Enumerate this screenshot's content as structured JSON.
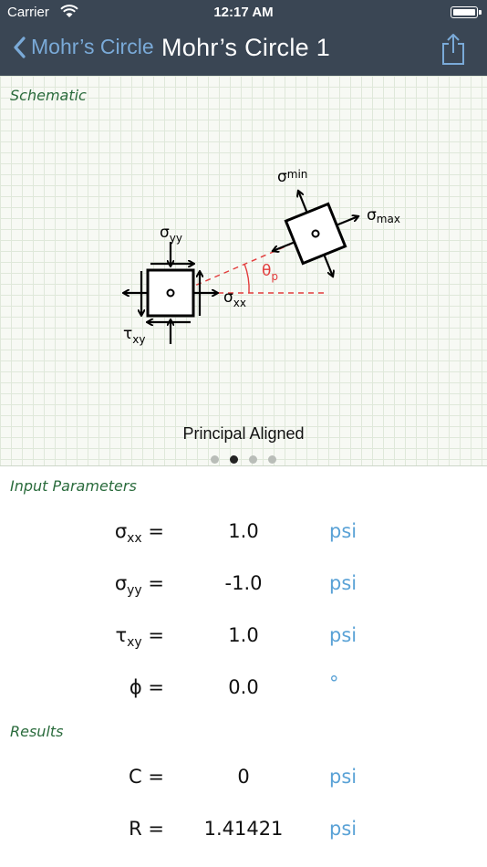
{
  "status": {
    "carrier": "Carrier",
    "time": "12:17 AM"
  },
  "nav": {
    "back_label": "Mohr’s Circle",
    "title": "Mohr’s Circle 1"
  },
  "schematic": {
    "label": "Schematic",
    "caption": "Principal Aligned",
    "page_count": 4,
    "active_page": 2,
    "diagram": {
      "sigma": "σ",
      "tau": "τ",
      "theta": "θ",
      "sub_xx": "xx",
      "sub_yy": "yy",
      "sub_xy": "xy",
      "sub_min": "min",
      "sub_max": "max",
      "sub_p": "p"
    }
  },
  "inputs": {
    "label": "Input Parameters",
    "rows": [
      {
        "symbol": "σ",
        "sub": "xx",
        "value": "1.0",
        "unit": "psi"
      },
      {
        "symbol": "σ",
        "sub": "yy",
        "value": "-1.0",
        "unit": "psi"
      },
      {
        "symbol": "τ",
        "sub": "xy",
        "value": "1.0",
        "unit": "psi"
      },
      {
        "symbol": "ϕ",
        "sub": "",
        "value": "0.0",
        "unit": "°"
      }
    ]
  },
  "results": {
    "label": "Results",
    "rows": [
      {
        "symbol": "C",
        "value": "0",
        "unit": "psi"
      },
      {
        "symbol": "R",
        "value": "1.41421",
        "unit": "psi"
      }
    ]
  },
  "colors": {
    "nav_bg": "#3a4654",
    "accent": "#5aa2d6",
    "section_green": "#2a6b3c",
    "angle_red": "#e23c3c"
  }
}
